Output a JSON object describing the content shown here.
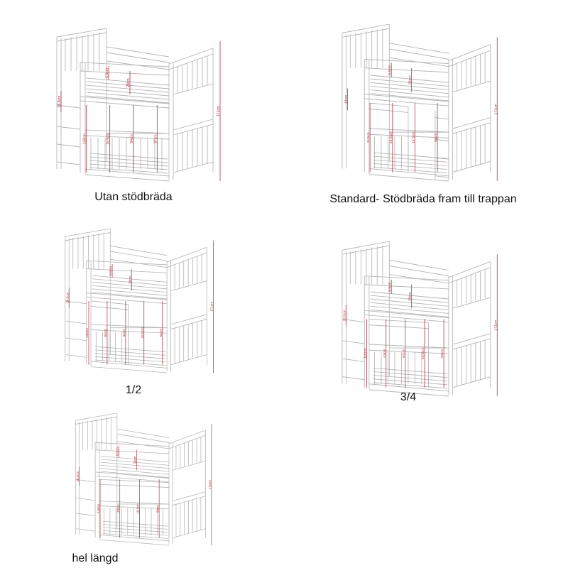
{
  "colors": {
    "line": "#b5b5b5",
    "dimension": "#b0303a"
  },
  "variants": [
    {
      "caption": "Utan stödbräda",
      "dims": [
        "6,5cm",
        "28cm",
        "26,5cm",
        "116cm",
        "16,5cm",
        "54cm",
        "97cm",
        "171cm"
      ]
    },
    {
      "caption": "Standard- Stödbräda fram till trappan",
      "dims": [
        "6,5cm",
        "28cm",
        "43cm",
        "110cm",
        "26,5cm",
        "16,5cm",
        "54cm",
        "171cm"
      ]
    },
    {
      "caption": "1/2",
      "dims": [
        "6,5cm",
        "28cm",
        "26,5cm",
        "116cm",
        "80cm",
        "43cm",
        "16,5cm",
        "54cm",
        "171cm"
      ]
    },
    {
      "caption": "3/4",
      "dims": [
        "6,5cm",
        "28cm",
        "26,5cm",
        "116cm",
        "43cm",
        "97cm",
        "16,5cm",
        "54cm",
        "171cm"
      ]
    },
    {
      "caption": "hel längd",
      "dims": [
        "6,5cm",
        "28cm",
        "26,5cm",
        "116cm",
        "43cm",
        "16,5cm",
        "54cm",
        "171cm"
      ]
    }
  ]
}
